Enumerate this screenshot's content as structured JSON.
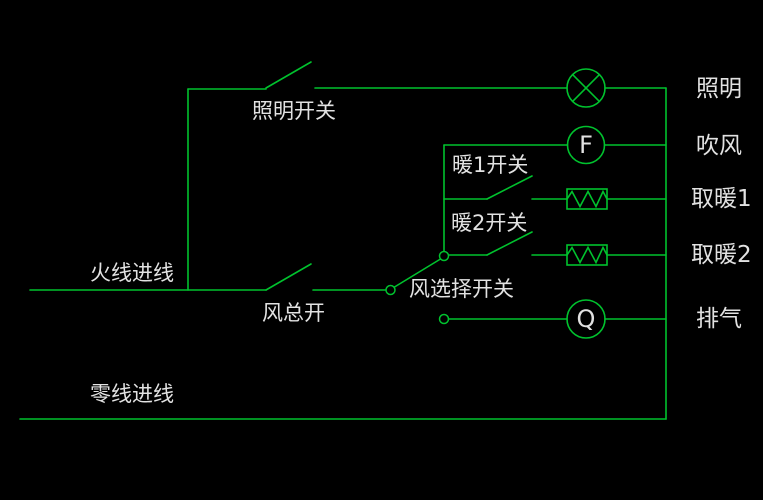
{
  "colors": {
    "background": "#000000",
    "line": "#00c22e",
    "text": "#e2e2e2"
  },
  "labels": {
    "lighting_switch": "照明开关",
    "live_wire_in": "火线进线",
    "fan_main_switch": "风总开",
    "heater1_switch": "暖1开关",
    "heater2_switch": "暖2开关",
    "fan_selector_switch": "风选择开关",
    "neutral_wire_in": "零线进线"
  },
  "loads": {
    "lighting": "照明",
    "blower": "吹风",
    "heater1": "取暖1",
    "heater2": "取暖2",
    "exhaust": "排气"
  },
  "symbols": {
    "fan_letter": "F",
    "exhaust_letter": "Q"
  }
}
